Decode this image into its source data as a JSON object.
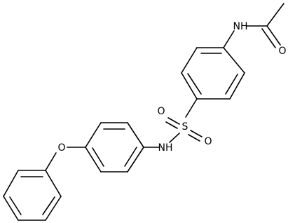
{
  "molecule": {
    "atoms": {
      "nh_amide": "NH",
      "o_carbonyl": "O",
      "s_sulfonyl": "S",
      "o_sulfonyl_left": "O",
      "o_sulfonyl_right": "O",
      "nh_sulfonamide": "NH",
      "o_ether": "O"
    },
    "colors": {
      "bond": "#000000",
      "label": "#000000",
      "background": "#ffffff"
    }
  }
}
